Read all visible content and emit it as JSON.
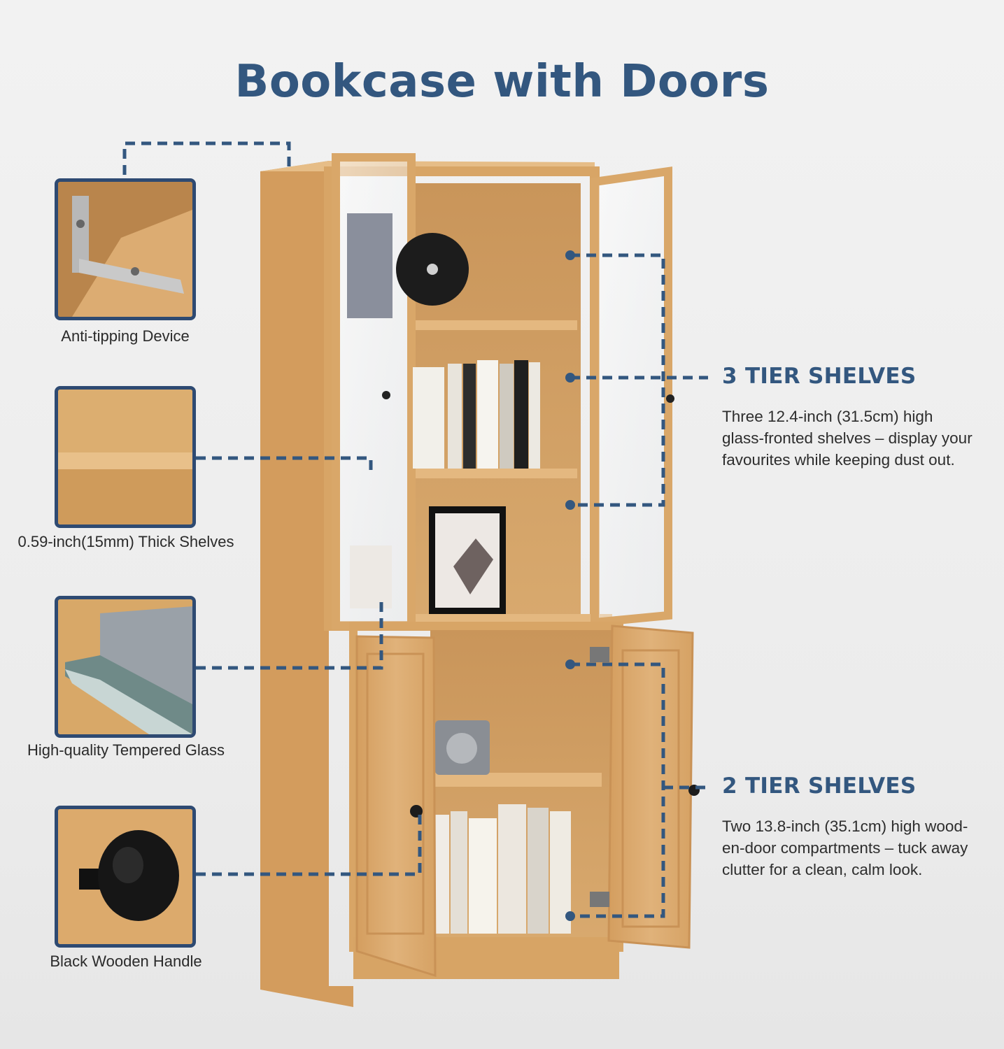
{
  "title": "Bookcase with Doors",
  "features": [
    {
      "caption": "Anti-tipping Device",
      "icon": "bracket-icon"
    },
    {
      "caption": "0.59-inch(15mm) Thick Shelves",
      "icon": "shelf-edge-icon"
    },
    {
      "caption": "High-quality Tempered Glass",
      "icon": "glass-edge-icon"
    },
    {
      "caption": "Black Wooden Handle",
      "icon": "knob-icon"
    }
  ],
  "sections": [
    {
      "heading": "3 TIER SHELVES",
      "lines": [
        "Three 12.4-inch (31.5cm) high",
        "glass-fronted shelves – display your",
        "favourites while keeping dust out."
      ]
    },
    {
      "heading": "2 TIER SHELVES",
      "lines": [
        "Two 13.8-inch (35.1cm) high wood-",
        "en-door compartments – tuck away",
        "clutter for a clean, calm look."
      ]
    }
  ],
  "colors": {
    "accent": "#33577f",
    "frame": "#2e4a72",
    "wood": "#dcaa6c"
  }
}
